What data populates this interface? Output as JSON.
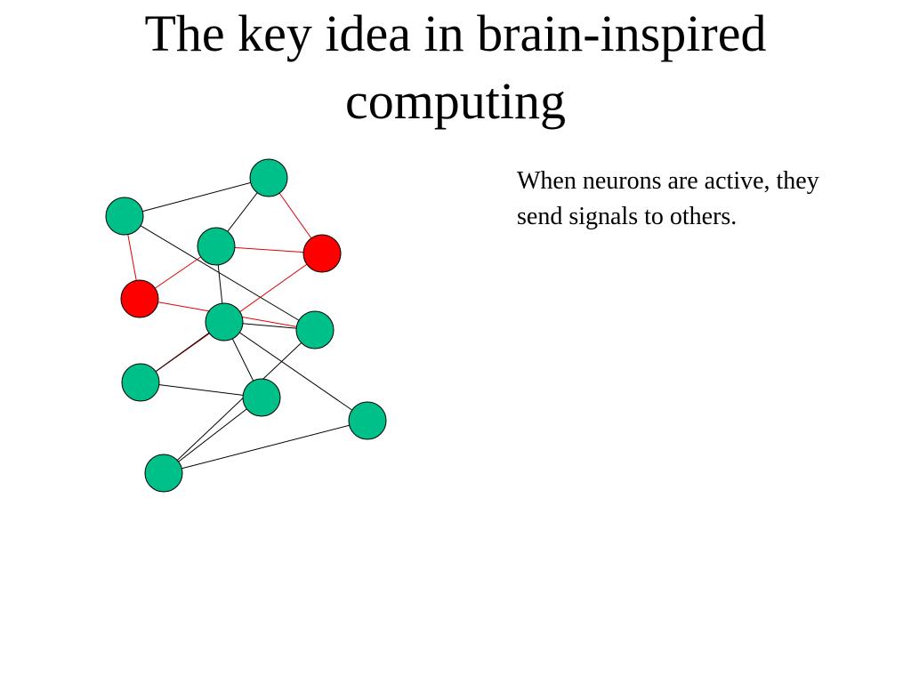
{
  "slide": {
    "title_lines": [
      "The key idea in brain-inspired",
      "computing"
    ],
    "body_lines": [
      "When neurons are active, they",
      "send signals to others."
    ]
  },
  "colors": {
    "inactive_neuron": "#00c08a",
    "active_neuron": "#ff0000",
    "normal_edge": "#000000",
    "signal_edge": "#e00000",
    "outline": "#000000"
  },
  "network": {
    "neurons": [
      {
        "id": "n1",
        "state": "inactive"
      },
      {
        "id": "n2",
        "state": "inactive"
      },
      {
        "id": "n3",
        "state": "inactive"
      },
      {
        "id": "n4",
        "state": "active"
      },
      {
        "id": "n5",
        "state": "active"
      },
      {
        "id": "n6",
        "state": "inactive"
      },
      {
        "id": "n7",
        "state": "inactive"
      },
      {
        "id": "n8",
        "state": "inactive"
      },
      {
        "id": "n9",
        "state": "inactive"
      },
      {
        "id": "n10",
        "state": "inactive"
      },
      {
        "id": "n11",
        "state": "inactive"
      }
    ],
    "connections": [
      {
        "from": "n2",
        "to": "n1",
        "signal": false
      },
      {
        "from": "n2",
        "to": "n3",
        "signal": false
      },
      {
        "from": "n2",
        "to": "n5",
        "signal": true
      },
      {
        "from": "n1",
        "to": "n4",
        "signal": true
      },
      {
        "from": "n1",
        "to": "n7",
        "signal": false
      },
      {
        "from": "n3",
        "to": "n4",
        "signal": true
      },
      {
        "from": "n3",
        "to": "n5",
        "signal": true
      },
      {
        "from": "n3",
        "to": "n6",
        "signal": false
      },
      {
        "from": "n4",
        "to": "n7",
        "signal": true
      },
      {
        "from": "n5",
        "to": "n8",
        "signal": true
      },
      {
        "from": "n6",
        "to": "n7",
        "signal": false
      },
      {
        "from": "n6",
        "to": "n8",
        "signal": false
      },
      {
        "from": "n6",
        "to": "n9",
        "signal": false
      },
      {
        "from": "n6",
        "to": "n11",
        "signal": false
      },
      {
        "from": "n7",
        "to": "n10",
        "signal": false
      },
      {
        "from": "n8",
        "to": "n9",
        "signal": false
      },
      {
        "from": "n9",
        "to": "n10",
        "signal": false
      },
      {
        "from": "n10",
        "to": "n11",
        "signal": false
      }
    ]
  }
}
